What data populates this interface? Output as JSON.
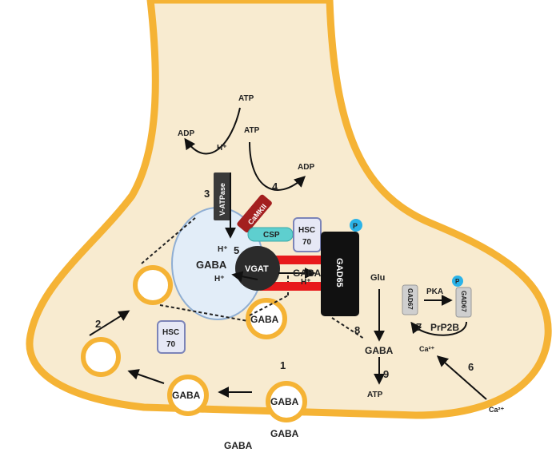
{
  "labels": {
    "atp_top": "ATP",
    "adp_left": "ADP",
    "h_plus_pump": "H⁺",
    "atp_mid": "ATP",
    "adp_right": "ADP",
    "v_atpase": "V-ATPase",
    "camkii": "CaMKII",
    "csp": "CSP",
    "hsc70_top_line1": "HSC",
    "hsc70_top_line2": "70",
    "h_plus_vesicle": "H⁺",
    "gaba_vesicle": "GABA",
    "h_plus_vgat": "H⁺",
    "vgat": "VGAT",
    "gaba_vgat": "GABA",
    "h_plus_vgat_out": "H⁺",
    "gad65": "GAD65",
    "phospho": "P",
    "glu": "Glu",
    "gaba_recycle_vesicle": "GABA",
    "hsc70_low_line1": "HSC",
    "hsc70_low_line2": "70",
    "gad67_left": "GAD67",
    "pka": "PKA",
    "gad67_right": "GAD67",
    "prp2b": "PrP2B",
    "ca_inner": "Ca²⁺",
    "ca_outer": "Ca²⁺",
    "gaba_cytosol": "GABA",
    "atp_bottom": "ATP",
    "gaba_fusing_1": "GABA",
    "gaba_fusing_2": "GABA",
    "gaba_release_1": "GABA",
    "gaba_release_2": "GABA"
  },
  "steps": [
    "1",
    "2",
    "3",
    "4",
    "5",
    "6",
    "7",
    "8",
    "9"
  ],
  "colors": {
    "membrane": "#f5b335",
    "cytoplasm": "#f8ebd0",
    "vesicle_fill": "#e2edf8",
    "vesicle_stroke": "#8faed3",
    "gad65": "#111111",
    "vgat": "#2b2b2b",
    "camkii": "#a31f1f",
    "csp": "#5ecfcf",
    "hsc70_fill": "#e6e8f5",
    "hsc70_stroke": "#7c84b8",
    "phospho": "#2bb3e8",
    "transporter_red": "#e8191b",
    "v_atpase": "#3a3a3a",
    "gad67": "#cfcfcf"
  }
}
